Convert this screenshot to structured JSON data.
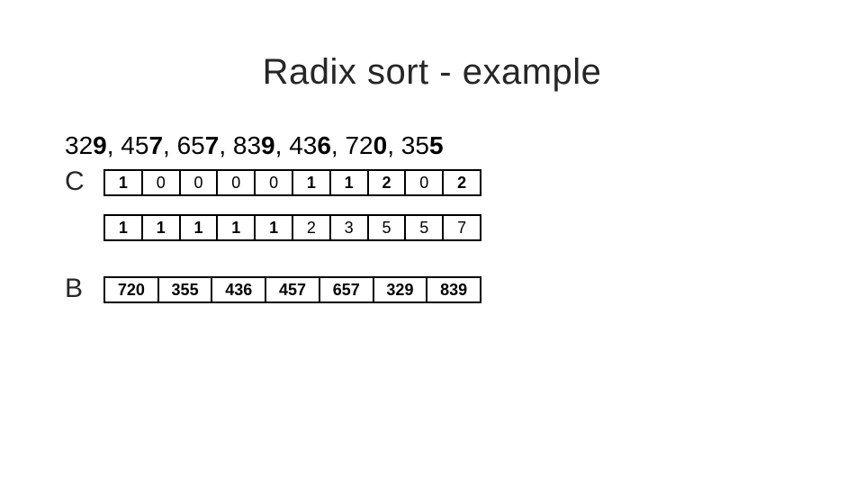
{
  "slide": {
    "title": "Radix sort - example",
    "colors": {
      "background": "#ffffff",
      "title_text": "#262626",
      "body_text": "#000000",
      "box_border": "#000000"
    },
    "sequence": {
      "items": [
        {
          "head": "32",
          "tail": "9",
          "sep": ", "
        },
        {
          "head": "45",
          "tail": "7",
          "sep": ", "
        },
        {
          "head": "65",
          "tail": "7",
          "sep": ", "
        },
        {
          "head": "83",
          "tail": "9",
          "sep": ", "
        },
        {
          "head": "43",
          "tail": "6",
          "sep": ", "
        },
        {
          "head": "72",
          "tail": "0",
          "sep": ", "
        },
        {
          "head": "35",
          "tail": "5",
          "sep": ""
        }
      ]
    },
    "array_c": {
      "label": "C",
      "count_cells": [
        {
          "v": "1",
          "bold": true
        },
        {
          "v": "0",
          "bold": false
        },
        {
          "v": "0",
          "bold": false
        },
        {
          "v": "0",
          "bold": false
        },
        {
          "v": "0",
          "bold": false
        },
        {
          "v": "1",
          "bold": true
        },
        {
          "v": "1",
          "bold": true
        },
        {
          "v": "2",
          "bold": true
        },
        {
          "v": "0",
          "bold": false
        },
        {
          "v": "2",
          "bold": true
        }
      ],
      "cumulative_cells": [
        {
          "v": "1",
          "bold": true
        },
        {
          "v": "1",
          "bold": true
        },
        {
          "v": "1",
          "bold": true
        },
        {
          "v": "1",
          "bold": true
        },
        {
          "v": "1",
          "bold": true
        },
        {
          "v": "2",
          "bold": false
        },
        {
          "v": "3",
          "bold": false
        },
        {
          "v": "5",
          "bold": false
        },
        {
          "v": "5",
          "bold": false
        },
        {
          "v": "7",
          "bold": false
        }
      ]
    },
    "array_b": {
      "label": "B",
      "cells": [
        {
          "v": "720",
          "bold": true
        },
        {
          "v": "355",
          "bold": true
        },
        {
          "v": "436",
          "bold": true
        },
        {
          "v": "457",
          "bold": true
        },
        {
          "v": "657",
          "bold": true
        },
        {
          "v": "329",
          "bold": true
        },
        {
          "v": "839",
          "bold": true
        }
      ]
    }
  }
}
